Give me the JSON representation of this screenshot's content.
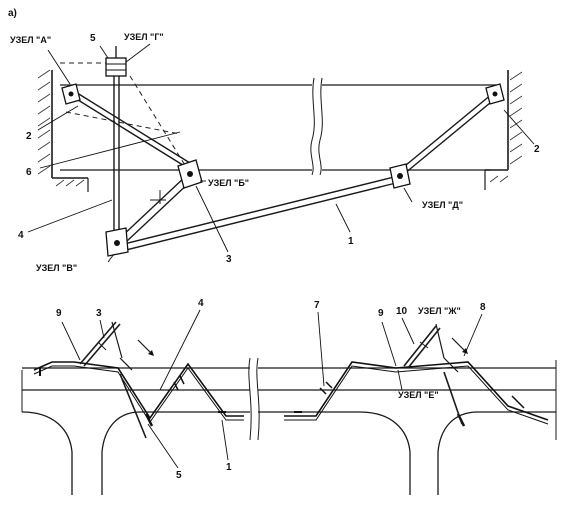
{
  "figure_label": "а)",
  "nodes": {
    "A": "УЗЕЛ \"А\"",
    "B": "УЗЕЛ \"Б\"",
    "V": "УЗЕЛ \"В\"",
    "G": "УЗЕЛ \"Г\"",
    "D": "УЗЕЛ \"Д\"",
    "E": "УЗЕЛ \"Е\"",
    "ZH": "УЗЕЛ \"Ж\""
  },
  "callouts": {
    "top": [
      "5",
      "2",
      "6",
      "4",
      "3",
      "1",
      "2"
    ],
    "bottom": [
      "9",
      "3",
      "4",
      "5",
      "1",
      "7",
      "9",
      "10",
      "8"
    ]
  }
}
